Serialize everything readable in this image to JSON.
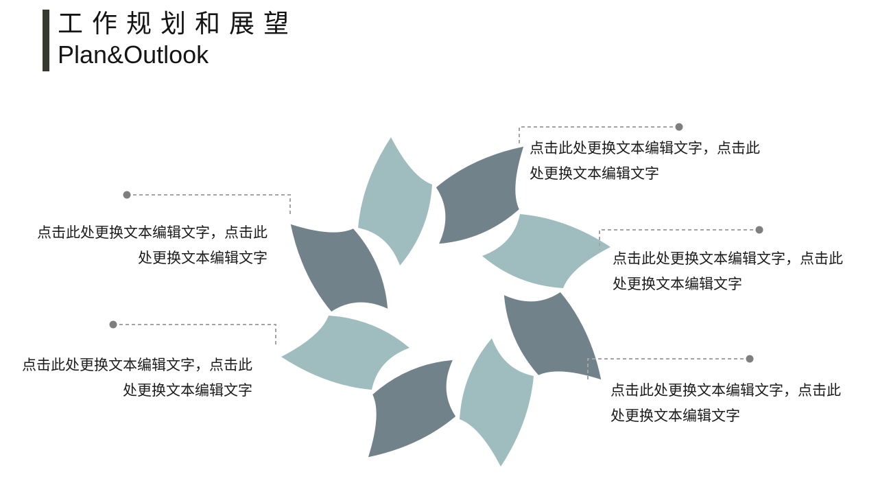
{
  "header": {
    "title_cn": "工作规划和展望",
    "title_en": "Plan&Outlook"
  },
  "callouts": [
    {
      "position": "top-right",
      "line1": "点击此处更换文本编辑文字，点击此",
      "line2": "处更换文本编辑文字"
    },
    {
      "position": "middle-left",
      "line1": "点击此处更换文本编辑文字，点击此",
      "line2": "处更换文本编辑文字"
    },
    {
      "position": "bottom-left",
      "line1": "点击此处更换文本编辑文字，点击此",
      "line2": "处更换文本编辑文字"
    },
    {
      "position": "middle-right",
      "line1": "点击此处更换文本编辑文字，点击此",
      "line2": "处更换文本编辑文字"
    },
    {
      "position": "bottom-right",
      "line1": "点击此处更换文本编辑文字，点击此",
      "line2": "处更换文本编辑文字"
    }
  ],
  "pinwheel": {
    "petal_count": 8,
    "colors": {
      "light": "#9fbdbe",
      "dark": "#71828a"
    }
  },
  "colors": {
    "background": "#ffffff",
    "title_bar": "#343a30",
    "title_text": "#141414",
    "body_text": "#1b1b1b",
    "leader_dash": "#a3a3a3",
    "leader_dot": "#7f7f7f"
  }
}
